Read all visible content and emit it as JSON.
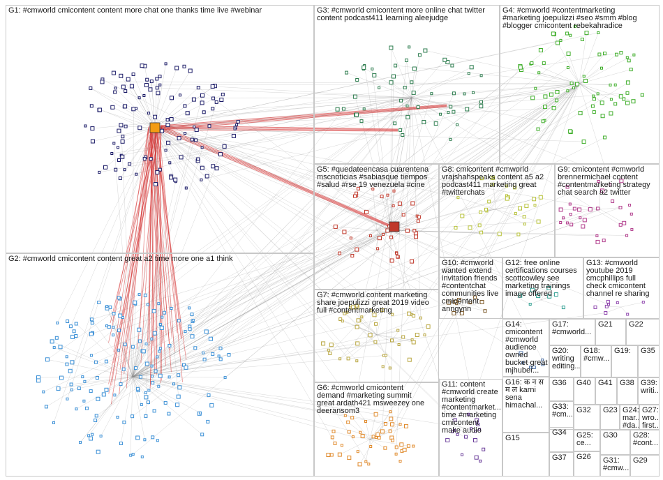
{
  "groups": [
    {
      "id": "G1",
      "label": "G1: #cmworld cmicontent content more chat one thanks time live #webinar"
    },
    {
      "id": "G2",
      "label": "G2: #cmworld cmicontent content great a2 time more one a1 think"
    },
    {
      "id": "G3",
      "label": "G3: #cmworld cmicontent more online chat twitter\ncontent podcast411 learning aleejudge"
    },
    {
      "id": "G4",
      "label": "G4: #cmworld #contentmarketing\n#marketing joepulizzi #seo #smm #blog\n#blogger cmicontent rebekahradice"
    },
    {
      "id": "G5",
      "label": "G5: #quedateencasa cuarentena\nmscnoticias #sabiasque tiempos\n#salud #rse 19 venezuela #cine"
    },
    {
      "id": "G6",
      "label": "G6: #cmworld cmicontent\ndemand #marketing summit\ngreat ardath421 msweezey one\ndeeransom3"
    },
    {
      "id": "G7",
      "label": "G7: #cmworld content marketing\nshare joepulizzi great 2019 video\nfull #contentmarketing"
    },
    {
      "id": "G8",
      "label": "G8: cmicontent #cmworld\nvrajshahspeaks content a5 a2\npodcast411 marketing great\n#twitterchats"
    },
    {
      "id": "G9",
      "label": "G9: cmicontent #cmworld\nbrennermichael content\n#contentmarketing strategy\nchat search a2 twitter"
    },
    {
      "id": "G10",
      "label": "G10: #cmworld\nwanted extend\ninvitation friends\n#contentchat\ncommunities live\ncmicontent\nanngynn"
    },
    {
      "id": "G11",
      "label": "G11: content\n#cmworld create\nmarketing\n#contentmarket...\ntime #marketing\ncmicontent\nmake audio"
    },
    {
      "id": "G12",
      "label": "G12: free online\ncertifications courses\nscottcowley see\nmarketing trainings\nimage offered"
    },
    {
      "id": "G13",
      "label": "G13: #cmworld\nyoutube 2019\ncmcphillips full\ncheck cmicontent\nchannel re sharing"
    },
    {
      "id": "G14",
      "label": "G14:\ncmicontent\n#cmworld\naudience\nowned\nbucket great\nmjhuber..."
    },
    {
      "id": "G15",
      "label": "G15"
    },
    {
      "id": "G16",
      "label": "G16: क न स\nम ल karni\nsena\nhimachal..."
    },
    {
      "id": "G17",
      "label": "G17:\n#cmworld..."
    },
    {
      "id": "G18",
      "label": "G18:\n#cmw..."
    },
    {
      "id": "G19",
      "label": "G19:"
    },
    {
      "id": "G20",
      "label": "G20:\nwriting\nediting..."
    },
    {
      "id": "G21",
      "label": "G21"
    },
    {
      "id": "G22",
      "label": "G22"
    },
    {
      "id": "G23",
      "label": "G23"
    },
    {
      "id": "G24",
      "label": "G24:\nmar...\n#da..."
    },
    {
      "id": "G25",
      "label": "G25:\nce..."
    },
    {
      "id": "G26",
      "label": "G26"
    },
    {
      "id": "G27",
      "label": "G27:\nwro...\nfirst..."
    },
    {
      "id": "G28",
      "label": "G28:\n#cont..."
    },
    {
      "id": "G29",
      "label": "G29"
    },
    {
      "id": "G30",
      "label": "G30"
    },
    {
      "id": "G31",
      "label": "G31:\n#cmw..."
    },
    {
      "id": "G32",
      "label": "G32"
    },
    {
      "id": "G33",
      "label": "G33:\n#cm..."
    },
    {
      "id": "G34",
      "label": "G34"
    },
    {
      "id": "G35",
      "label": "G35"
    },
    {
      "id": "G36",
      "label": "G36"
    },
    {
      "id": "G37",
      "label": "G37"
    },
    {
      "id": "G38",
      "label": "G38"
    },
    {
      "id": "G39",
      "label": "G39:\nwriti..."
    },
    {
      "id": "G40",
      "label": "G40"
    },
    {
      "id": "G41",
      "label": "G41"
    }
  ],
  "colors": {
    "G1": "#1a1a66",
    "G2": "#3a8fd6",
    "G3": "#2e7d4f",
    "G4": "#3fae2a",
    "G5": "#c0392b",
    "G6": "#e08a2c",
    "G7": "#b8a640",
    "G8": "#b7c23a",
    "G9": "#b03a8a",
    "G10": "#7d5a2a",
    "G11": "#6a3d9a",
    "G12": "#2a9d8f",
    "G13": "#8e44ad",
    "G14": "#4a6fa5",
    "edge": "#8a8a8a",
    "hub_edge": "#d42a2a",
    "box_border": "#c8c8c8"
  }
}
